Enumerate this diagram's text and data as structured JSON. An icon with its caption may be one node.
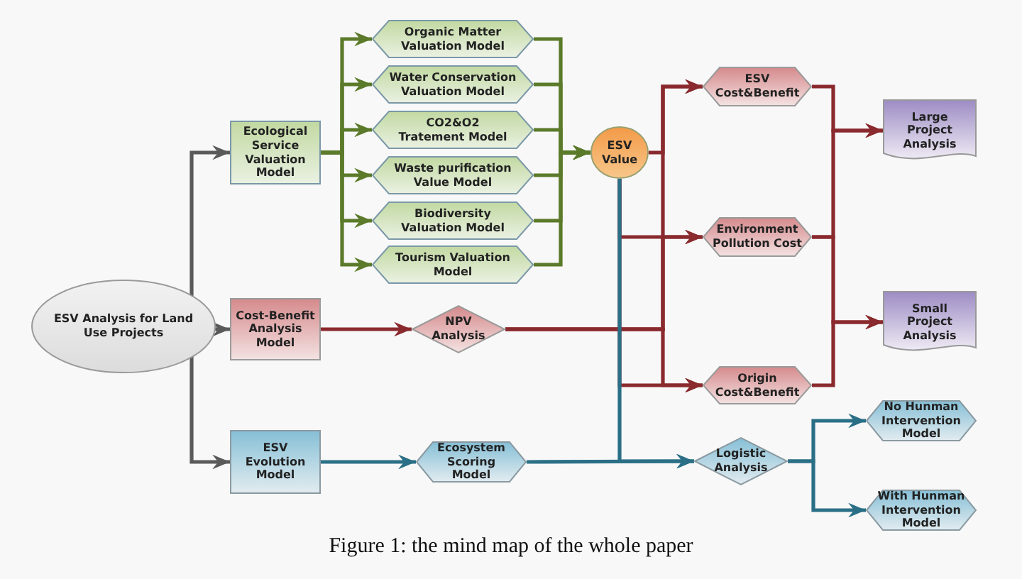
{
  "diagram": {
    "caption": "Figure 1: the mind map of the whole paper",
    "nodes": [
      {
        "text": [
          "ESV Analysis for Land Use Projects"
        ]
      },
      {
        "text": [
          "Ecological Service Valuation Model"
        ]
      },
      {
        "text": [
          "Cost-Benefit Analysis Model"
        ]
      },
      {
        "text": [
          "ESV Evolution Model"
        ]
      },
      {
        "text": [
          "Organic Matter Valuation Model"
        ]
      },
      {
        "text": [
          "Water Conservation Valuation Model"
        ]
      },
      {
        "text": [
          "CO2&O2 Tratement Model"
        ]
      },
      {
        "text": [
          "Waste purification Value Model"
        ]
      },
      {
        "text": [
          "Biodiversity Valuation Model"
        ]
      },
      {
        "text": [
          "Tourism Valuation Model"
        ]
      },
      {
        "text": [
          "ESV Value"
        ]
      },
      {
        "text": [
          "NPV Analysis"
        ]
      },
      {
        "text": [
          "Ecosystem Scoring Model"
        ]
      },
      {
        "text": [
          "ESV Cost&Benefit"
        ]
      },
      {
        "text": [
          "Environment Pollution Cost"
        ]
      },
      {
        "text": [
          "Origin Cost&Benefit"
        ]
      },
      {
        "text": [
          "Large Project Analysis"
        ]
      },
      {
        "text": [
          "Small Project Analysis"
        ]
      },
      {
        "text": [
          "Logistic Analysis"
        ]
      },
      {
        "text": [
          "No Hunman Intervention Model"
        ]
      },
      {
        "text": [
          "With Hunman Intervention Model"
        ]
      }
    ],
    "edges": [
      {
        "from": 0,
        "to": 1,
        "arrow": "to",
        "color": "#5a5a5a"
      },
      {
        "from": 0,
        "to": 2,
        "arrow": "to",
        "color": "#5a5a5a"
      },
      {
        "from": 0,
        "to": 3,
        "arrow": "to",
        "color": "#5a5a5a"
      },
      {
        "from": 1,
        "to": 4,
        "arrow": "to"
      },
      {
        "from": 1,
        "to": 5,
        "arrow": "to"
      },
      {
        "from": 1,
        "to": 6,
        "arrow": "to"
      },
      {
        "from": 1,
        "to": 7,
        "arrow": "to"
      },
      {
        "from": 1,
        "to": 8,
        "arrow": "to"
      },
      {
        "from": 1,
        "to": 9,
        "arrow": "to"
      },
      {
        "from": 4,
        "to": 10,
        "arrow": "to"
      },
      {
        "from": 5,
        "to": 10,
        "arrow": "to"
      },
      {
        "from": 6,
        "to": 10,
        "arrow": "to"
      },
      {
        "from": 7,
        "to": 10,
        "arrow": "to"
      },
      {
        "from": 8,
        "to": 10,
        "arrow": "to"
      },
      {
        "from": 9,
        "to": 10,
        "arrow": "to"
      },
      {
        "from": 2,
        "to": 11,
        "arrow": "to",
        "color": "#8a2a2e"
      },
      {
        "from": 10,
        "to": 13,
        "arrow": "to",
        "color": "#8a2a2e"
      },
      {
        "from": 10,
        "to": 14,
        "arrow": "to",
        "color": "#8a2a2e"
      },
      {
        "from": 10,
        "to": 15,
        "arrow": "to",
        "color": "#8a2a2e"
      },
      {
        "from": 11,
        "to": 13,
        "arrow": "to",
        "color": "#8a2a2e"
      },
      {
        "from": 11,
        "to": 14,
        "arrow": "to",
        "color": "#8a2a2e"
      },
      {
        "from": 11,
        "to": 15,
        "arrow": "to",
        "color": "#8a2a2e"
      },
      {
        "from": 13,
        "to": 16,
        "arrow": "to",
        "color": "#8a2a2e"
      },
      {
        "from": 14,
        "to": 16,
        "arrow": "to",
        "color": "#8a2a2e"
      },
      {
        "from": 14,
        "to": 17,
        "arrow": "to",
        "color": "#8a2a2e"
      },
      {
        "from": 15,
        "to": 17,
        "arrow": "to",
        "color": "#8a2a2e"
      },
      {
        "from": 3,
        "to": 12,
        "arrow": "to",
        "color": "#2a6f86"
      },
      {
        "from": 12,
        "to": 18,
        "arrow": "to",
        "color": "#2a6f86"
      },
      {
        "from": 10,
        "to": 18,
        "arrow": "to",
        "color": "#2a6f86"
      },
      {
        "from": 18,
        "to": 19,
        "arrow": "to",
        "color": "#2a6f86"
      },
      {
        "from": 18,
        "to": 20,
        "arrow": "to",
        "color": "#2a6f86"
      }
    ]
  }
}
